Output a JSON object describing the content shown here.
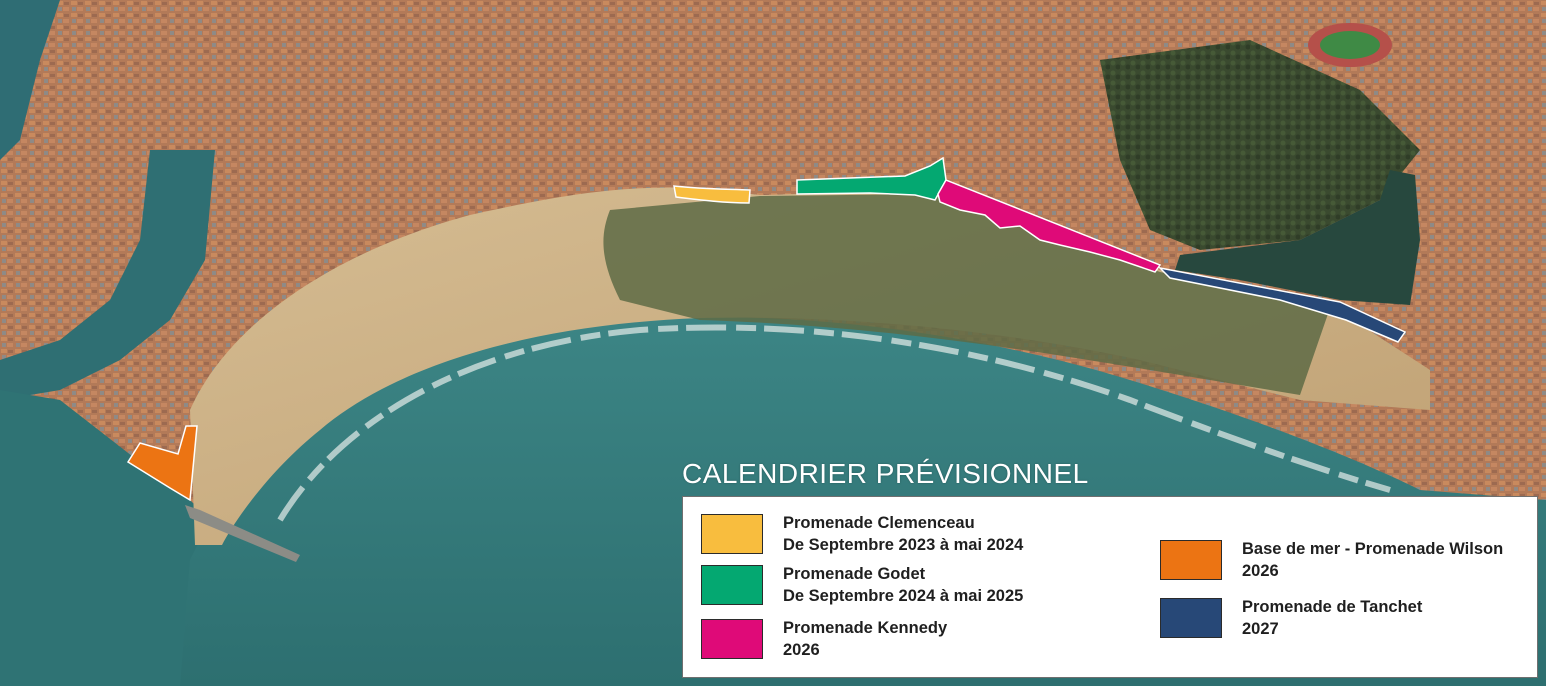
{
  "map": {
    "legend": {
      "title": "CALENDRIER PRÉVISIONNEL",
      "items": [
        {
          "name": "Promenade Clemenceau",
          "period": "De Septembre 2023 à mai 2024",
          "color": "#F8BD3E"
        },
        {
          "name": "Promenade Godet",
          "period": "De Septembre 2024 à mai 2025",
          "color": "#04A871"
        },
        {
          "name": "Promenade Kennedy",
          "period": "2026",
          "color": "#DF0A78"
        },
        {
          "name": "Base de mer - Promenade Wilson",
          "period": "2026",
          "color": "#EC7413"
        },
        {
          "name": "Promenade de Tanchet",
          "period": "2027",
          "color": "#274877"
        }
      ]
    },
    "colors": {
      "sea": "#2E7677",
      "sea_deep": "#3E8989",
      "sand": "#CFB48A",
      "rocks": "#5E6A45",
      "city": "#B77B5A",
      "forest": "#3C4B30",
      "surf": "#E8EEEA"
    }
  }
}
